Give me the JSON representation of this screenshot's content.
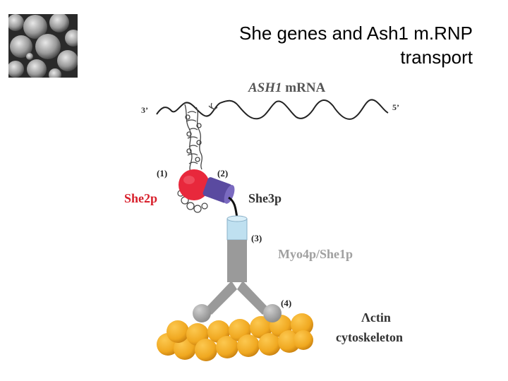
{
  "slide": {
    "title_line1": "She genes and Ash1 m.RNP",
    "title_line2": "transport"
  },
  "diagram": {
    "mrna_label_italic": "ASH1",
    "mrna_label_rest": " mRNA",
    "end_3": "3’",
    "end_5": "5’",
    "step1": "(1)",
    "step2": "(2)",
    "step3": "(3)",
    "step4": "(4)",
    "she2p": "She2p",
    "she3p": "She3p",
    "myo4p": "Myo4p/She1p",
    "actin_line1": "Λctin",
    "actin_line2": "cytoskeleton"
  },
  "colors": {
    "she2p": "#e8283c",
    "she3p": "#5a4aa0",
    "myosin": "#9a9a9a",
    "myosin_head": "#bfe0f0",
    "actin": "#f0a820",
    "label_red": "#d8202c",
    "label_grey": "#a0a0a0"
  }
}
